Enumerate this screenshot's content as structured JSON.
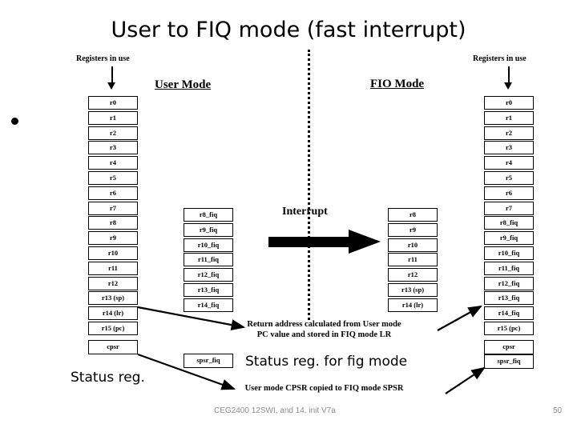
{
  "slide": {
    "title": "User to FIQ mode (fast interrupt)",
    "bullet_marker": "•"
  },
  "headers": {
    "user_mode": "User Mode",
    "fiq_mode": "FIO Mode",
    "registers_in_use_left": "Registers in use",
    "registers_in_use_right": "Registers in use"
  },
  "transition": {
    "label": "Interrupt"
  },
  "columns": {
    "user_main": [
      "r0",
      "r1",
      "r2",
      "r3",
      "r4",
      "r5",
      "r6",
      "r7",
      "r8",
      "r9",
      "r10",
      "r11",
      "r12",
      "r13 (sp)",
      "r14 (lr)",
      "r15 (pc)"
    ],
    "user_banked_fiq": [
      "r8_fiq",
      "r9_fiq",
      "r10_fiq",
      "r11_fiq",
      "r12_fiq",
      "r13_fiq",
      "r14_fiq"
    ],
    "fiq_inactive": [
      "r8",
      "r9",
      "r10",
      "r11",
      "r12",
      "r13 (sp)",
      "r14 (lr)"
    ],
    "fiq_active": [
      "r0",
      "r1",
      "r2",
      "r3",
      "r4",
      "r5",
      "r6",
      "r7",
      "r8_fiq",
      "r9_fiq",
      "r10_fiq",
      "r11_fiq",
      "r12_fiq",
      "r13_fiq",
      "r14_fiq",
      "r15 (pc)"
    ]
  },
  "status_registers": {
    "cpsr_user": "cpsr",
    "spsr_fiq_middle": "spsr_fiq",
    "cpsr_right": "cpsr",
    "spsr_fiq_right": "spsr_fiq",
    "status_reg_label": "Status  reg.",
    "status_reg_fiq_label": "Status  reg. for fig mode"
  },
  "annotations": {
    "return_address": "Return address calculated from User mode\nPC value and stored in FIQ mode LR",
    "cpsr_copy": "User mode CPSR copied to FIQ mode SPSR"
  },
  "footer": {
    "text": "CEG2400 12SWI, and 14. init V7a",
    "page": "50"
  },
  "colors": {
    "ink": "#000000",
    "paper": "#ffffff",
    "footer_gray": "#8c8c8c"
  }
}
